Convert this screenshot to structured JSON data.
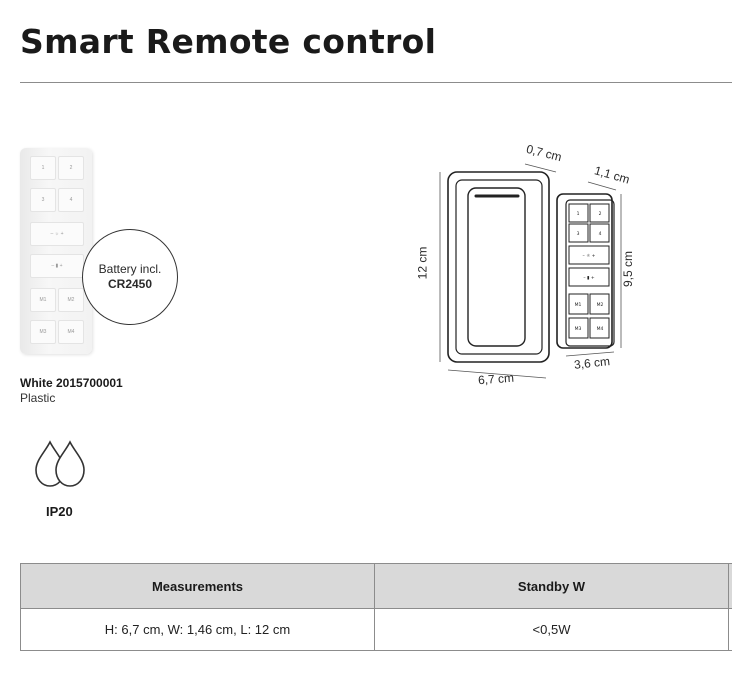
{
  "page": {
    "title": "Smart Remote control"
  },
  "product": {
    "battery_line1": "Battery incl.",
    "battery_model": "CR2450",
    "variant": "White 2015700001",
    "material": "Plastic",
    "remote_buttons": [
      "1",
      "2",
      "3",
      "4",
      "M1",
      "M2",
      "M3",
      "M4"
    ]
  },
  "rating": {
    "icon": "water-drops-icon",
    "label": "IP20"
  },
  "dimensions": {
    "holder_width": "6,7 cm",
    "holder_height": "12 cm",
    "holder_depth": "0,7 cm",
    "remote_width": "3,6 cm",
    "remote_height": "9,5 cm",
    "remote_depth": "1,1 cm"
  },
  "table": {
    "headers": [
      "Measurements",
      "Standby W"
    ],
    "rows": [
      [
        "H: 6,7 cm, W: 1,46 cm, L: 12 cm",
        "<0,5W"
      ]
    ]
  },
  "colors": {
    "table_header_bg": "#d9d9d9",
    "rule": "#8c8c8c",
    "text": "#1a1a1a"
  }
}
